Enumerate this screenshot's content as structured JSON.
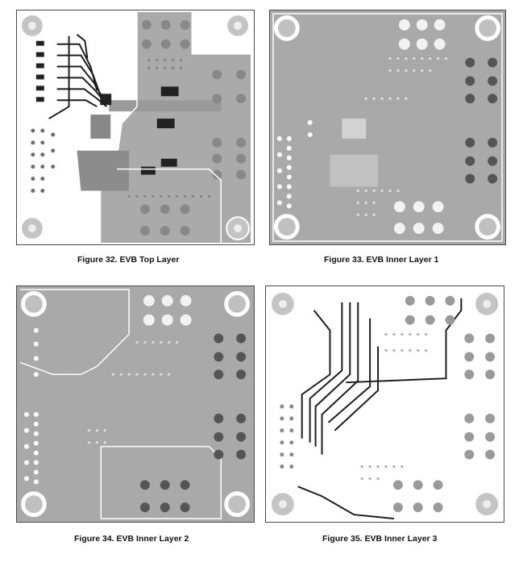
{
  "figures": [
    {
      "caption": "Figure 32. EVB Top Layer"
    },
    {
      "caption": "Figure 33. EVB Inner Layer 1"
    },
    {
      "caption": "Figure 34. EVB Inner Layer 2"
    },
    {
      "caption": "Figure 35. EVB Inner Layer 3"
    }
  ],
  "colors": {
    "board_fill": "#c8c8c8",
    "copper": "#a9a9a9",
    "trace": "#1c1c1c",
    "via": "#7a7a7a",
    "pad": "#9a9a9a",
    "outline": "#4a4a4a"
  }
}
